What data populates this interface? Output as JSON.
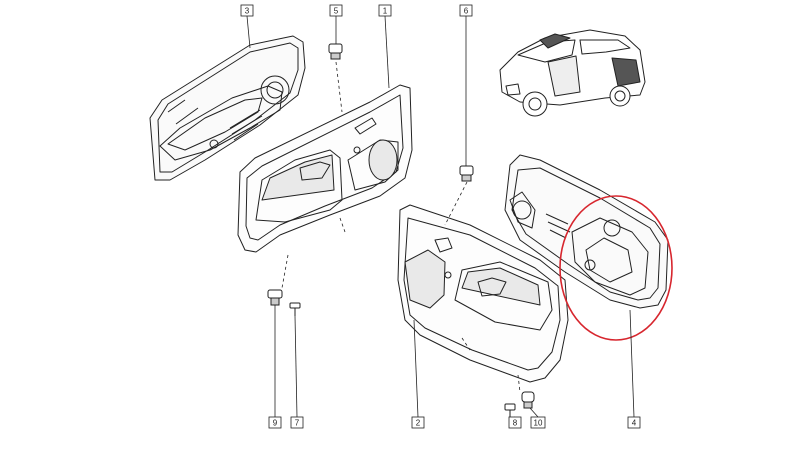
{
  "diagram": {
    "parts": [
      {
        "id": "part-3",
        "number": "3"
      },
      {
        "id": "part-5",
        "number": "5"
      },
      {
        "id": "part-1",
        "number": "1"
      },
      {
        "id": "part-6",
        "number": "6"
      },
      {
        "id": "part-9",
        "number": "9"
      },
      {
        "id": "part-7",
        "number": "7"
      },
      {
        "id": "part-2",
        "number": "2"
      },
      {
        "id": "part-8",
        "number": "8"
      },
      {
        "id": "part-10",
        "number": "10"
      },
      {
        "id": "part-4",
        "number": "4"
      }
    ],
    "highlight_color": "#d7262e",
    "line_color": "#222222"
  }
}
